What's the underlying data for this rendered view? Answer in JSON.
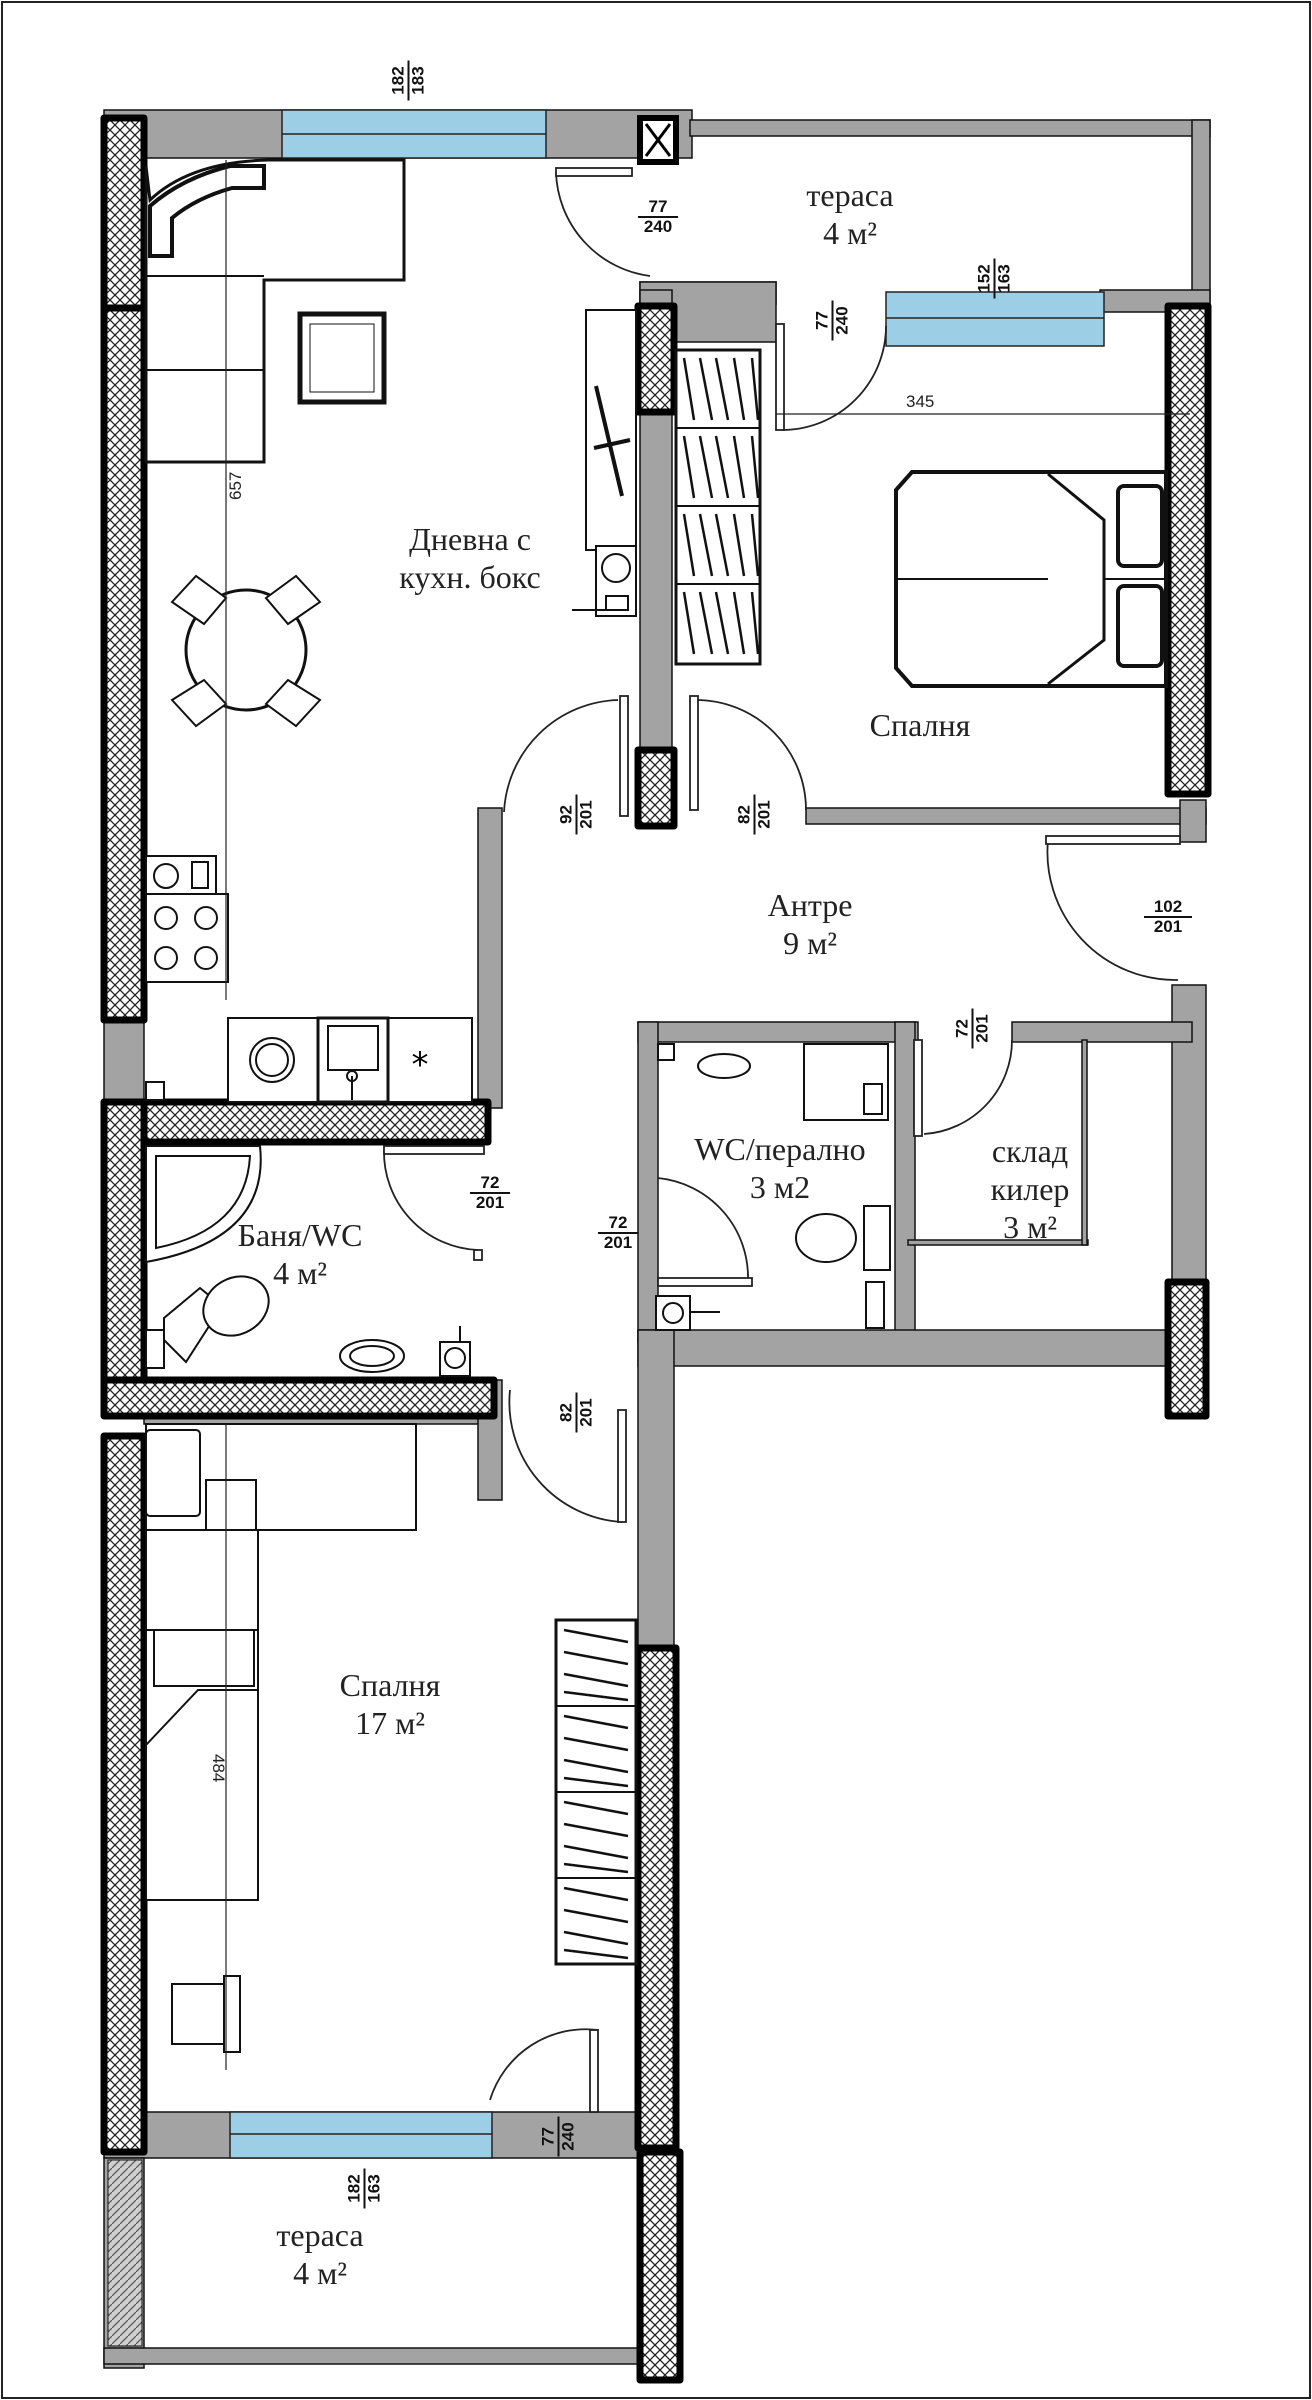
{
  "rooms": {
    "living": {
      "name_line1": "Дневна с",
      "name_line2": "кухн. бокс"
    },
    "terrace_top": {
      "name": "тераса",
      "area": "4 м²"
    },
    "bedroom_top": {
      "name": "Спалня"
    },
    "hall": {
      "name": "Антре",
      "area": "9 м²"
    },
    "wc_laundry": {
      "name": "WC/перално",
      "area": "3 м2"
    },
    "storage": {
      "name_line1": "склад",
      "name_line2": "килер",
      "area": "3 м²"
    },
    "bathroom": {
      "name": "Баня/WC",
      "area": "4 м²"
    },
    "bedroom_bottom": {
      "name": "Спалня",
      "area": "17 м²"
    },
    "terrace_bottom": {
      "name": "тераса",
      "area": "4 м²"
    }
  },
  "dimensions": {
    "win_living_top": {
      "w": "182",
      "h": "183"
    },
    "door_terrace_living": {
      "w": "77",
      "h": "240"
    },
    "door_terrace_bedroom": {
      "w": "77",
      "h": "240"
    },
    "win_bedroom_top": {
      "w": "152",
      "h": "163"
    },
    "door_living": {
      "w": "92",
      "h": "201"
    },
    "door_bedroom_top": {
      "w": "82",
      "h": "201"
    },
    "door_entrance": {
      "w": "102",
      "h": "201"
    },
    "door_storage": {
      "w": "72",
      "h": "201"
    },
    "door_bath": {
      "w": "72",
      "h": "201"
    },
    "door_wc": {
      "w": "72",
      "h": "201"
    },
    "door_bedroom_bottom": {
      "w": "82",
      "h": "201"
    },
    "door_terrace_bottom": {
      "w": "77",
      "h": "240"
    },
    "win_bedroom_bottom": {
      "w": "182",
      "h": "163"
    }
  },
  "measures": {
    "bedroom_width": "345",
    "living_length": "657",
    "bedroom_length": "484"
  },
  "colors": {
    "wall": "#a3a3a3",
    "outline": "#111111",
    "window": "#9ccfe6",
    "background": "#ffffff"
  }
}
